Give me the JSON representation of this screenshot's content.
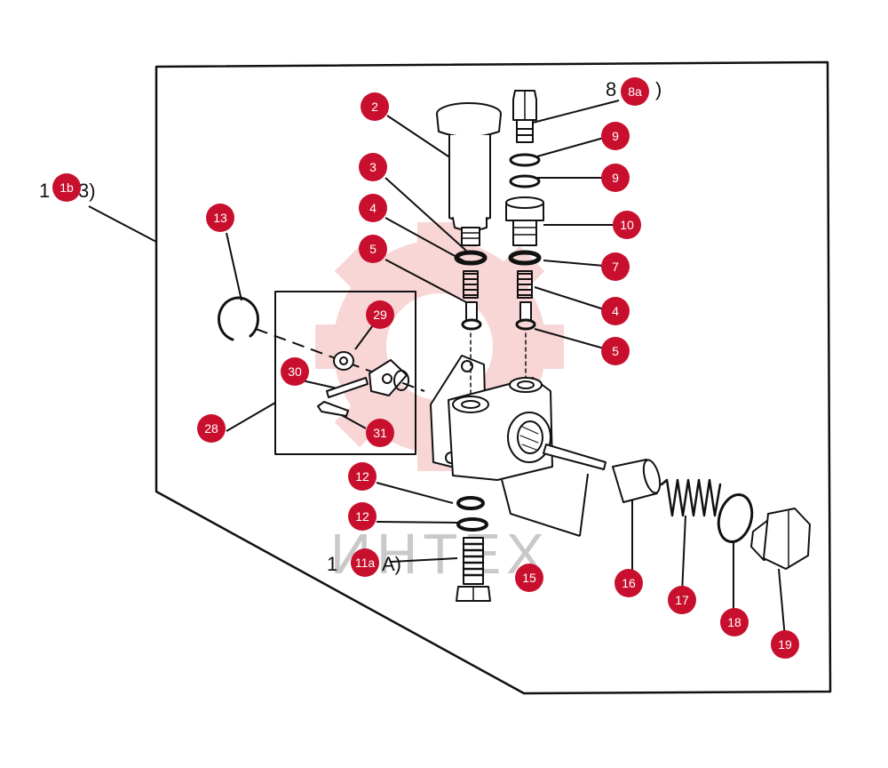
{
  "watermark": {
    "text": "ИНТЕХ",
    "color": "#f4b6b6"
  },
  "labels": {
    "assembly_1b_prefix": "1",
    "assembly_1b_suffix": "3)",
    "part_8a_prefix": "8",
    "part_8a_suffix": ")",
    "part_11a_prefix": "1",
    "part_11a_suffix": "A)"
  },
  "markers": {
    "m2": "2",
    "m3": "3",
    "m4a": "4",
    "m5a": "5",
    "m8a": "8a",
    "m9a": "9",
    "m9b": "9",
    "m10": "10",
    "m7": "7",
    "m4b": "4",
    "m5b": "5",
    "m1b": "1b",
    "m13": "13",
    "m29": "29",
    "m30": "30",
    "m28": "28",
    "m31": "31",
    "m12a": "12",
    "m12b": "12",
    "m11a": "11a",
    "m15": "15",
    "m16": "16",
    "m17": "17",
    "m18": "18",
    "m19": "19"
  },
  "marker_color": "#c8102e"
}
